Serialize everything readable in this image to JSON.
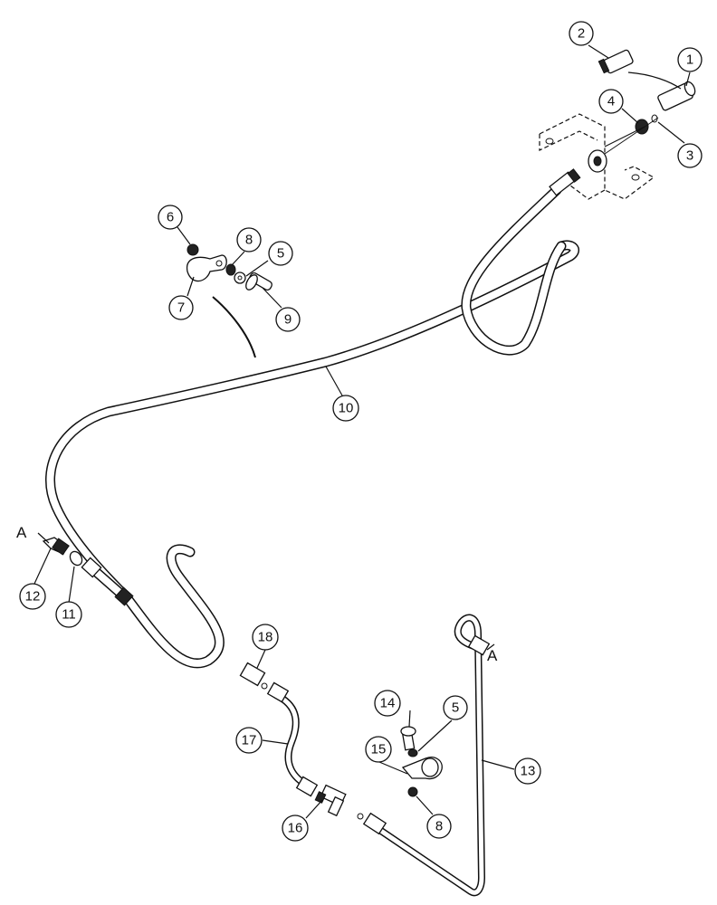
{
  "callouts": [
    {
      "id": "c1",
      "label": "1"
    },
    {
      "id": "c2",
      "label": "2"
    },
    {
      "id": "c3",
      "label": "3"
    },
    {
      "id": "c4",
      "label": "4"
    },
    {
      "id": "c5a",
      "label": "5"
    },
    {
      "id": "c6",
      "label": "6"
    },
    {
      "id": "c7",
      "label": "7"
    },
    {
      "id": "c8a",
      "label": "8"
    },
    {
      "id": "c9",
      "label": "9"
    },
    {
      "id": "c10",
      "label": "10"
    },
    {
      "id": "c11",
      "label": "11"
    },
    {
      "id": "c12",
      "label": "12"
    },
    {
      "id": "c13",
      "label": "13"
    },
    {
      "id": "c14",
      "label": "14"
    },
    {
      "id": "c5b",
      "label": "5"
    },
    {
      "id": "c15",
      "label": "15"
    },
    {
      "id": "c8b",
      "label": "8"
    },
    {
      "id": "c16",
      "label": "16"
    },
    {
      "id": "c17",
      "label": "17"
    },
    {
      "id": "c18",
      "label": "18"
    }
  ],
  "connection_marks": {
    "left": "A",
    "right": "A"
  }
}
